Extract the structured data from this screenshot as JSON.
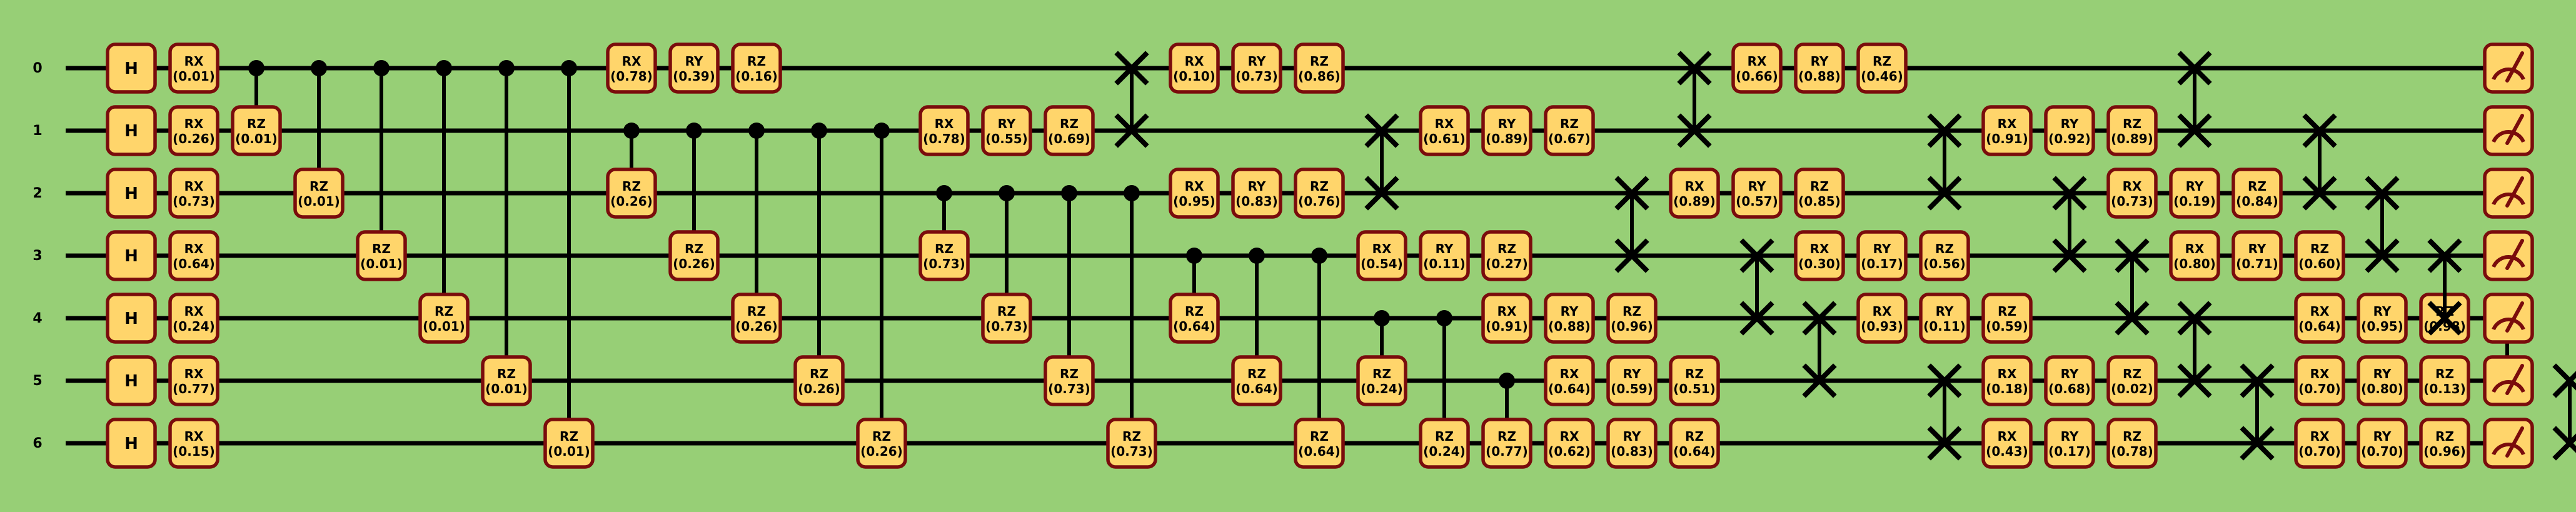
{
  "colors": {
    "background": "#97cf76",
    "gate_fill": "#ffd56b",
    "gate_border": "#7a0c0c",
    "wire": "#000000",
    "meter_needle": "#7a0c0c"
  },
  "qubits": [
    "0",
    "1",
    "2",
    "3",
    "4",
    "5",
    "6"
  ],
  "measure_icon": "meter-icon",
  "ops": [
    {
      "col": 0.0,
      "type": "gate",
      "q": 0,
      "label": "H"
    },
    {
      "col": 0.0,
      "type": "gate",
      "q": 1,
      "label": "H"
    },
    {
      "col": 0.0,
      "type": "gate",
      "q": 2,
      "label": "H"
    },
    {
      "col": 0.0,
      "type": "gate",
      "q": 3,
      "label": "H"
    },
    {
      "col": 0.0,
      "type": "gate",
      "q": 4,
      "label": "H"
    },
    {
      "col": 0.0,
      "type": "gate",
      "q": 5,
      "label": "H"
    },
    {
      "col": 0.0,
      "type": "gate",
      "q": 6,
      "label": "H"
    },
    {
      "col": 1.0,
      "type": "gate",
      "q": 0,
      "label": "RX",
      "param": "(0.01)"
    },
    {
      "col": 1.0,
      "type": "gate",
      "q": 1,
      "label": "RX",
      "param": "(0.26)"
    },
    {
      "col": 1.0,
      "type": "gate",
      "q": 2,
      "label": "RX",
      "param": "(0.73)"
    },
    {
      "col": 1.0,
      "type": "gate",
      "q": 3,
      "label": "RX",
      "param": "(0.64)"
    },
    {
      "col": 1.0,
      "type": "gate",
      "q": 4,
      "label": "RX",
      "param": "(0.24)"
    },
    {
      "col": 1.0,
      "type": "gate",
      "q": 5,
      "label": "RX",
      "param": "(0.77)"
    },
    {
      "col": 1.0,
      "type": "gate",
      "q": 6,
      "label": "RX",
      "param": "(0.15)"
    },
    {
      "col": 2.0,
      "type": "cgate",
      "c": 0,
      "q": 1,
      "label": "RZ",
      "param": "(0.01)"
    },
    {
      "col": 3.0,
      "type": "cgate",
      "c": 0,
      "q": 2,
      "label": "RZ",
      "param": "(0.01)"
    },
    {
      "col": 4.0,
      "type": "cgate",
      "c": 0,
      "q": 3,
      "label": "RZ",
      "param": "(0.01)"
    },
    {
      "col": 5.0,
      "type": "cgate",
      "c": 0,
      "q": 4,
      "label": "RZ",
      "param": "(0.01)"
    },
    {
      "col": 6.0,
      "type": "cgate",
      "c": 0,
      "q": 5,
      "label": "RZ",
      "param": "(0.01)"
    },
    {
      "col": 7.0,
      "type": "cgate",
      "c": 0,
      "q": 6,
      "label": "RZ",
      "param": "(0.01)"
    },
    {
      "col": 8.0,
      "type": "gate",
      "q": 0,
      "label": "RX",
      "param": "(0.78)"
    },
    {
      "col": 9.0,
      "type": "gate",
      "q": 0,
      "label": "RY",
      "param": "(0.39)"
    },
    {
      "col": 10.0,
      "type": "gate",
      "q": 0,
      "label": "RZ",
      "param": "(0.16)"
    },
    {
      "col": 8.0,
      "type": "cgate",
      "c": 1,
      "q": 2,
      "label": "RZ",
      "param": "(0.26)"
    },
    {
      "col": 9.0,
      "type": "cgate",
      "c": 1,
      "q": 3,
      "label": "RZ",
      "param": "(0.26)"
    },
    {
      "col": 10.0,
      "type": "cgate",
      "c": 1,
      "q": 4,
      "label": "RZ",
      "param": "(0.26)"
    },
    {
      "col": 11.0,
      "type": "cgate",
      "c": 1,
      "q": 5,
      "label": "RZ",
      "param": "(0.26)"
    },
    {
      "col": 12.0,
      "type": "cgate",
      "c": 1,
      "q": 6,
      "label": "RZ",
      "param": "(0.26)"
    },
    {
      "col": 13.0,
      "type": "gate",
      "q": 1,
      "label": "RX",
      "param": "(0.78)"
    },
    {
      "col": 14.0,
      "type": "gate",
      "q": 1,
      "label": "RY",
      "param": "(0.55)"
    },
    {
      "col": 15.0,
      "type": "gate",
      "q": 1,
      "label": "RZ",
      "param": "(0.69)"
    },
    {
      "col": 13.0,
      "type": "cgate",
      "c": 2,
      "q": 3,
      "label": "RZ",
      "param": "(0.73)"
    },
    {
      "col": 14.0,
      "type": "cgate",
      "c": 2,
      "q": 4,
      "label": "RZ",
      "param": "(0.73)"
    },
    {
      "col": 15.0,
      "type": "cgate",
      "c": 2,
      "q": 5,
      "label": "RZ",
      "param": "(0.73)"
    },
    {
      "col": 16.0,
      "type": "cgate",
      "c": 2,
      "q": 6,
      "label": "RZ",
      "param": "(0.73)"
    },
    {
      "col": 16.0,
      "type": "swap",
      "a": 0,
      "b": 1
    },
    {
      "col": 17.0,
      "type": "gate",
      "q": 0,
      "label": "RX",
      "param": "(0.10)"
    },
    {
      "col": 18.0,
      "type": "gate",
      "q": 0,
      "label": "RY",
      "param": "(0.73)"
    },
    {
      "col": 19.0,
      "type": "gate",
      "q": 0,
      "label": "RZ",
      "param": "(0.86)"
    },
    {
      "col": 17.0,
      "type": "gate",
      "q": 2,
      "label": "RX",
      "param": "(0.95)"
    },
    {
      "col": 18.0,
      "type": "gate",
      "q": 2,
      "label": "RY",
      "param": "(0.83)"
    },
    {
      "col": 19.0,
      "type": "gate",
      "q": 2,
      "label": "RZ",
      "param": "(0.76)"
    },
    {
      "col": 17.0,
      "type": "cgate",
      "c": 3,
      "q": 4,
      "label": "RZ",
      "param": "(0.64)"
    },
    {
      "col": 18.0,
      "type": "cgate",
      "c": 3,
      "q": 5,
      "label": "RZ",
      "param": "(0.64)"
    },
    {
      "col": 19.0,
      "type": "cgate",
      "c": 3,
      "q": 6,
      "label": "RZ",
      "param": "(0.64)"
    },
    {
      "col": 20.0,
      "type": "swap",
      "a": 1,
      "b": 2
    },
    {
      "col": 20.0,
      "type": "gate",
      "q": 3,
      "label": "RX",
      "param": "(0.54)"
    },
    {
      "col": 21.0,
      "type": "gate",
      "q": 3,
      "label": "RY",
      "param": "(0.11)"
    },
    {
      "col": 22.0,
      "type": "gate",
      "q": 3,
      "label": "RZ",
      "param": "(0.27)"
    },
    {
      "col": 20.0,
      "type": "cgate",
      "c": 4,
      "q": 5,
      "label": "RZ",
      "param": "(0.24)"
    },
    {
      "col": 21.0,
      "type": "cgate",
      "c": 4,
      "q": 6,
      "label": "RZ",
      "param": "(0.24)"
    },
    {
      "col": 21.0,
      "type": "gate",
      "q": 1,
      "label": "RX",
      "param": "(0.61)"
    },
    {
      "col": 22.0,
      "type": "gate",
      "q": 1,
      "label": "RY",
      "param": "(0.89)"
    },
    {
      "col": 23.0,
      "type": "gate",
      "q": 1,
      "label": "RZ",
      "param": "(0.67)"
    },
    {
      "col": 22.0,
      "type": "gate",
      "q": 4,
      "label": "RX",
      "param": "(0.91)"
    },
    {
      "col": 23.0,
      "type": "gate",
      "q": 4,
      "label": "RY",
      "param": "(0.88)"
    },
    {
      "col": 24.0,
      "type": "gate",
      "q": 4,
      "label": "RZ",
      "param": "(0.96)"
    },
    {
      "col": 22.0,
      "type": "cgate",
      "c": 5,
      "q": 6,
      "label": "RZ",
      "param": "(0.77)"
    },
    {
      "col": 23.0,
      "type": "gate",
      "q": 5,
      "label": "RX",
      "param": "(0.64)"
    },
    {
      "col": 24.0,
      "type": "gate",
      "q": 5,
      "label": "RY",
      "param": "(0.59)"
    },
    {
      "col": 25.0,
      "type": "gate",
      "q": 5,
      "label": "RZ",
      "param": "(0.51)"
    },
    {
      "col": 23.0,
      "type": "gate",
      "q": 6,
      "label": "RX",
      "param": "(0.62)"
    },
    {
      "col": 24.0,
      "type": "gate",
      "q": 6,
      "label": "RY",
      "param": "(0.83)"
    },
    {
      "col": 25.0,
      "type": "gate",
      "q": 6,
      "label": "RZ",
      "param": "(0.64)"
    },
    {
      "col": 24.0,
      "type": "swap",
      "a": 2,
      "b": 3
    },
    {
      "col": 25.0,
      "type": "swap",
      "a": 0,
      "b": 1
    },
    {
      "col": 25.0,
      "type": "gate",
      "q": 2,
      "label": "RX",
      "param": "(0.89)"
    },
    {
      "col": 26.0,
      "type": "gate",
      "q": 2,
      "label": "RY",
      "param": "(0.57)"
    },
    {
      "col": 27.0,
      "type": "gate",
      "q": 2,
      "label": "RZ",
      "param": "(0.85)"
    },
    {
      "col": 26.0,
      "type": "gate",
      "q": 0,
      "label": "RX",
      "param": "(0.66)"
    },
    {
      "col": 27.0,
      "type": "gate",
      "q": 0,
      "label": "RY",
      "param": "(0.88)"
    },
    {
      "col": 28.0,
      "type": "gate",
      "q": 0,
      "label": "RZ",
      "param": "(0.46)"
    },
    {
      "col": 26.0,
      "type": "swap",
      "a": 3,
      "b": 4
    },
    {
      "col": 27.0,
      "type": "gate",
      "q": 3,
      "label": "RX",
      "param": "(0.30)"
    },
    {
      "col": 28.0,
      "type": "gate",
      "q": 3,
      "label": "RY",
      "param": "(0.17)"
    },
    {
      "col": 29.0,
      "type": "gate",
      "q": 3,
      "label": "RZ",
      "param": "(0.56)"
    },
    {
      "col": 27.0,
      "type": "swap",
      "a": 4,
      "b": 5
    },
    {
      "col": 28.0,
      "type": "gate",
      "q": 4,
      "label": "RX",
      "param": "(0.93)"
    },
    {
      "col": 29.0,
      "type": "gate",
      "q": 4,
      "label": "RY",
      "param": "(0.11)"
    },
    {
      "col": 30.0,
      "type": "gate",
      "q": 4,
      "label": "RZ",
      "param": "(0.59)"
    },
    {
      "col": 29.0,
      "type": "swap",
      "a": 1,
      "b": 2
    },
    {
      "col": 29.0,
      "type": "swap",
      "a": 5,
      "b": 6
    },
    {
      "col": 30.0,
      "type": "gate",
      "q": 1,
      "label": "RX",
      "param": "(0.91)"
    },
    {
      "col": 31.0,
      "type": "gate",
      "q": 1,
      "label": "RY",
      "param": "(0.92)"
    },
    {
      "col": 32.0,
      "type": "gate",
      "q": 1,
      "label": "RZ",
      "param": "(0.89)"
    },
    {
      "col": 30.0,
      "type": "gate",
      "q": 5,
      "label": "RX",
      "param": "(0.18)"
    },
    {
      "col": 31.0,
      "type": "gate",
      "q": 5,
      "label": "RY",
      "param": "(0.68)"
    },
    {
      "col": 32.0,
      "type": "gate",
      "q": 5,
      "label": "RZ",
      "param": "(0.02)"
    },
    {
      "col": 30.0,
      "type": "gate",
      "q": 6,
      "label": "RX",
      "param": "(0.43)"
    },
    {
      "col": 31.0,
      "type": "gate",
      "q": 6,
      "label": "RY",
      "param": "(0.17)"
    },
    {
      "col": 32.0,
      "type": "gate",
      "q": 6,
      "label": "RZ",
      "param": "(0.78)"
    },
    {
      "col": 31.0,
      "type": "swap",
      "a": 2,
      "b": 3
    },
    {
      "col": 32.0,
      "type": "swap",
      "a": 3,
      "b": 4
    },
    {
      "col": 32.0,
      "type": "gate",
      "q": 2,
      "label": "RX",
      "param": "(0.73)"
    },
    {
      "col": 33.0,
      "type": "gate",
      "q": 2,
      "label": "RY",
      "param": "(0.19)"
    },
    {
      "col": 34.0,
      "type": "gate",
      "q": 2,
      "label": "RZ",
      "param": "(0.84)"
    },
    {
      "col": 33.0,
      "type": "swap",
      "a": 0,
      "b": 1
    },
    {
      "col": 33.0,
      "type": "swap",
      "a": 4,
      "b": 5
    },
    {
      "col": 33.0,
      "type": "gate",
      "q": 3,
      "label": "RX",
      "param": "(0.80)"
    },
    {
      "col": 34.0,
      "type": "gate",
      "q": 3,
      "label": "RY",
      "param": "(0.71)"
    },
    {
      "col": 35.0,
      "type": "gate",
      "q": 3,
      "label": "RZ",
      "param": "(0.60)"
    },
    {
      "col": 34.0,
      "type": "swap",
      "a": 5,
      "b": 6
    },
    {
      "col": 35.0,
      "type": "swap",
      "a": 1,
      "b": 2
    },
    {
      "col": 35.0,
      "type": "gate",
      "q": 4,
      "label": "RX",
      "param": "(0.64)"
    },
    {
      "col": 36.0,
      "type": "gate",
      "q": 4,
      "label": "RY",
      "param": "(0.95)"
    },
    {
      "col": 37.0,
      "type": "gate",
      "q": 4,
      "label": "RZ",
      "param": "(0.98)"
    },
    {
      "col": 35.0,
      "type": "gate",
      "q": 5,
      "label": "RX",
      "param": "(0.70)"
    },
    {
      "col": 36.0,
      "type": "gate",
      "q": 5,
      "label": "RY",
      "param": "(0.80)"
    },
    {
      "col": 37.0,
      "type": "gate",
      "q": 5,
      "label": "RZ",
      "param": "(0.13)"
    },
    {
      "col": 35.0,
      "type": "gate",
      "q": 6,
      "label": "RX",
      "param": "(0.70)"
    },
    {
      "col": 36.0,
      "type": "gate",
      "q": 6,
      "label": "RY",
      "param": "(0.70)"
    },
    {
      "col": 37.0,
      "type": "gate",
      "q": 6,
      "label": "RZ",
      "param": "(0.96)"
    },
    {
      "col": 36.0,
      "type": "swap",
      "a": 2,
      "b": 3
    },
    {
      "col": 37.0,
      "type": "swap",
      "a": 3,
      "b": 4
    },
    {
      "col": 38.0,
      "type": "swap",
      "a": 4,
      "b": 5
    },
    {
      "col": 39.0,
      "type": "swap",
      "a": 5,
      "b": 6
    },
    {
      "col": 40.0,
      "type": "measure",
      "q": 0
    },
    {
      "col": 40.0,
      "type": "measure",
      "q": 1
    },
    {
      "col": 40.0,
      "type": "measure",
      "q": 2
    },
    {
      "col": 40.0,
      "type": "measure",
      "q": 3
    },
    {
      "col": 40.0,
      "type": "measure",
      "q": 4
    },
    {
      "col": 40.0,
      "type": "measure",
      "q": 5
    },
    {
      "col": 40.0,
      "type": "measure",
      "q": 6
    }
  ]
}
